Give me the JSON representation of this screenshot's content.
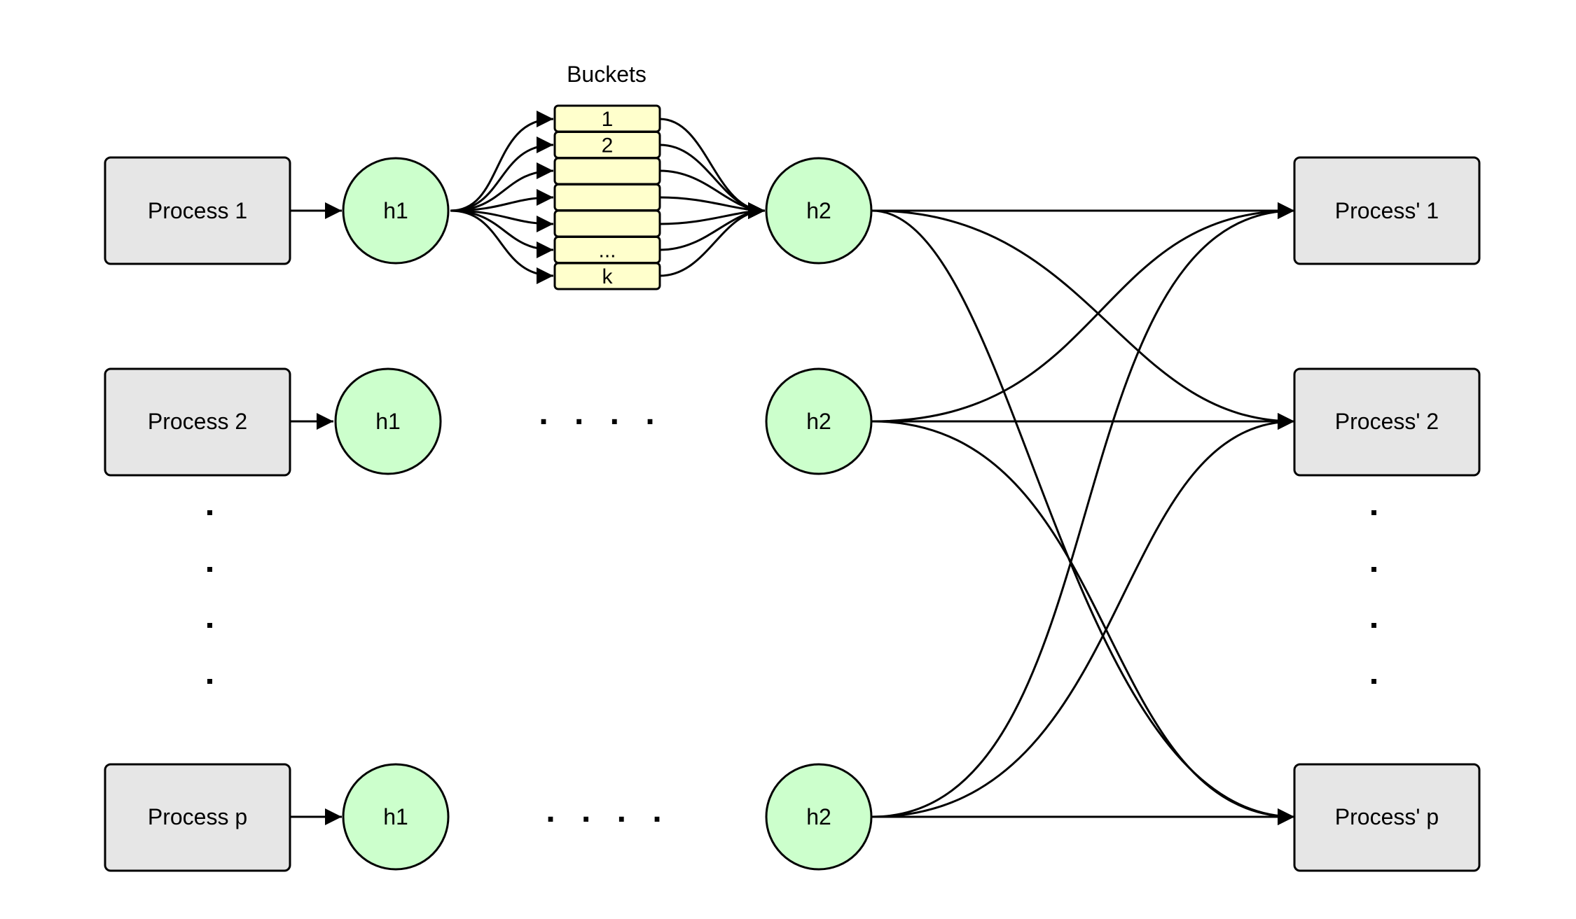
{
  "buckets": {
    "title": "Buckets",
    "labels": [
      "1",
      "2",
      "",
      "",
      "",
      "...",
      "k"
    ]
  },
  "processes": [
    "Process 1",
    "Process 2",
    "Process p"
  ],
  "h1_labels": [
    "h1",
    "h1",
    "h1"
  ],
  "h2_labels": [
    "h2",
    "h2",
    "h2"
  ],
  "targets": [
    "Process' 1",
    "Process' 2",
    "Process' p"
  ],
  "ellipsis": ". . . .",
  "colors": {
    "process_fill": "#e6e6e6",
    "hash_fill": "#ccffcc",
    "bucket_fill": "#ffffcc",
    "stroke": "#000000"
  }
}
